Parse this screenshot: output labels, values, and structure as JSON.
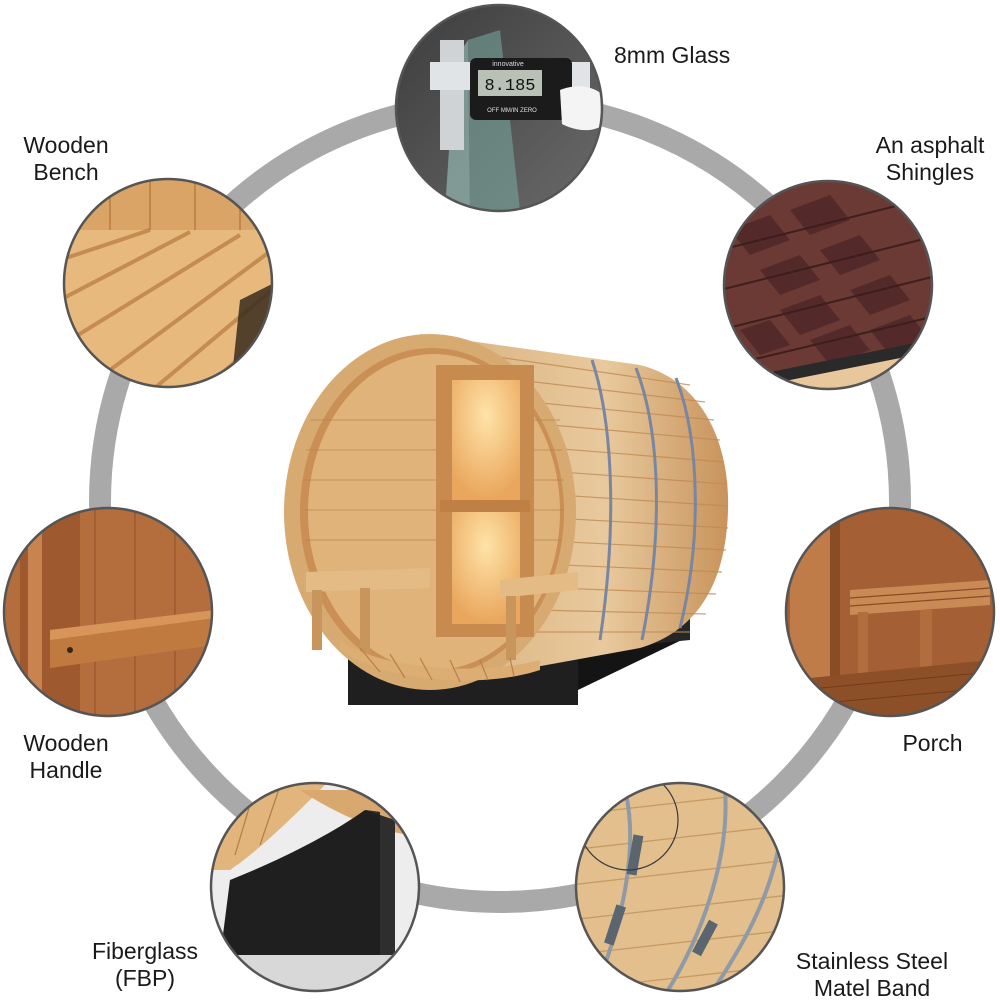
{
  "features": {
    "glass": {
      "label": "8mm Glass",
      "caliper_reading": "8.185",
      "caliper_brand": "innovative",
      "caliper_buttons": "OFF  MM/IN  ZERO"
    },
    "shingles": {
      "line1": "An asphalt",
      "line2": "Shingles"
    },
    "bench": {
      "line1": "Wooden",
      "line2": "Bench"
    },
    "porch": {
      "label": "Porch"
    },
    "handle": {
      "line1": "Wooden",
      "line2": "Handle"
    },
    "fiberglass": {
      "line1": "Fiberglass",
      "line2": "(FBP)"
    },
    "band": {
      "line1": "Stainless Steel",
      "line2": "Matel Band"
    }
  },
  "colors": {
    "ring": "#a9a9a9",
    "circle_border": "#555555",
    "cedar_light": "#e6c394",
    "cedar_mid": "#d4a86f",
    "cedar_dark": "#a0693a",
    "shingle": "#6b3a35",
    "base": "#1f1f1f"
  }
}
